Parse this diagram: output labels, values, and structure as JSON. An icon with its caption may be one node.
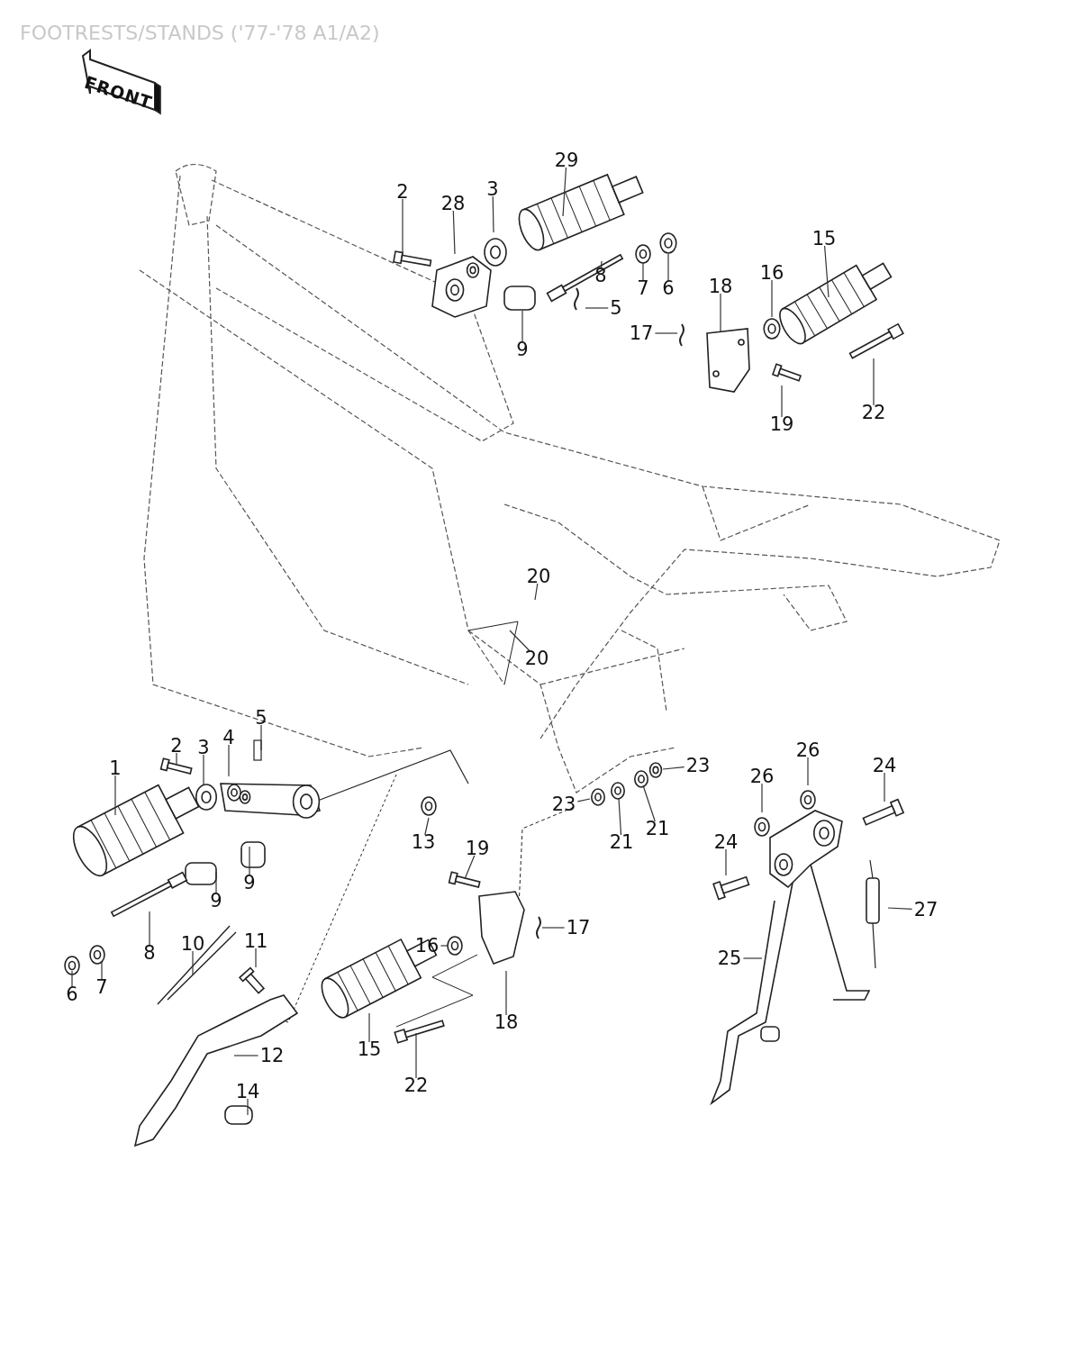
{
  "diagram": {
    "title": "FOOTRESTS/STANDS ('77-'78 A1/A2)",
    "nodes": [
      {
        "text": [
          "29"
        ]
      },
      {
        "text": [
          "2"
        ]
      },
      {
        "text": [
          "28"
        ]
      },
      {
        "text": [
          "3"
        ]
      },
      {
        "text": [
          "15"
        ]
      },
      {
        "text": [
          "16"
        ]
      },
      {
        "text": [
          "18"
        ]
      },
      {
        "text": [
          "8"
        ]
      },
      {
        "text": [
          "5"
        ]
      },
      {
        "text": [
          "7"
        ]
      },
      {
        "text": [
          "6"
        ]
      },
      {
        "text": [
          "17"
        ]
      },
      {
        "text": [
          "9"
        ]
      },
      {
        "text": [
          "19"
        ]
      },
      {
        "text": [
          "22"
        ]
      },
      {
        "text": [
          "20"
        ]
      },
      {
        "text": [
          "20"
        ]
      },
      {
        "text": [
          "1"
        ]
      },
      {
        "text": [
          "2"
        ]
      },
      {
        "text": [
          "3"
        ]
      },
      {
        "text": [
          "4"
        ]
      },
      {
        "text": [
          "5"
        ]
      },
      {
        "text": [
          "9"
        ]
      },
      {
        "text": [
          "9"
        ]
      },
      {
        "text": [
          "8"
        ]
      },
      {
        "text": [
          "6"
        ]
      },
      {
        "text": [
          "7"
        ]
      },
      {
        "text": [
          "10"
        ]
      },
      {
        "text": [
          "11"
        ]
      },
      {
        "text": [
          "12"
        ]
      },
      {
        "text": [
          "14"
        ]
      },
      {
        "text": [
          "13"
        ]
      },
      {
        "text": [
          "19"
        ]
      },
      {
        "text": [
          "16"
        ]
      },
      {
        "text": [
          "17"
        ]
      },
      {
        "text": [
          "15"
        ]
      },
      {
        "text": [
          "18"
        ]
      },
      {
        "text": [
          "22"
        ]
      },
      {
        "text": [
          "23"
        ]
      },
      {
        "text": [
          "21"
        ]
      },
      {
        "text": [
          "21"
        ]
      },
      {
        "text": [
          "23"
        ]
      },
      {
        "text": [
          "26"
        ]
      },
      {
        "text": [
          "26"
        ]
      },
      {
        "text": [
          "24"
        ]
      },
      {
        "text": [
          "24"
        ]
      },
      {
        "text": [
          "27"
        ]
      },
      {
        "text": [
          "25"
        ]
      },
      {
        "text": [],
        "shape": "picture"
      }
    ],
    "edges": [
      {
        "from": 0,
        "to": null,
        "arrow": "none"
      },
      {
        "from": 1,
        "to": null,
        "arrow": "none"
      },
      {
        "from": 2,
        "to": null,
        "arrow": "none"
      },
      {
        "from": 3,
        "to": null,
        "arrow": "none"
      },
      {
        "from": 4,
        "to": null,
        "arrow": "none"
      },
      {
        "from": 5,
        "to": null,
        "arrow": "none"
      },
      {
        "from": 6,
        "to": null,
        "arrow": "none"
      },
      {
        "from": 7,
        "to": null,
        "arrow": "none"
      },
      {
        "from": 8,
        "to": null,
        "arrow": "none"
      },
      {
        "from": 9,
        "to": null,
        "arrow": "none"
      },
      {
        "from": 10,
        "to": null,
        "arrow": "none"
      },
      {
        "from": 11,
        "to": null,
        "arrow": "none"
      },
      {
        "from": 12,
        "to": null,
        "arrow": "none"
      },
      {
        "from": 13,
        "to": null,
        "arrow": "none"
      },
      {
        "from": 14,
        "to": null,
        "arrow": "none"
      },
      {
        "from": 15,
        "to": null,
        "arrow": "none"
      },
      {
        "from": 16,
        "to": null,
        "arrow": "none"
      },
      {
        "from": 17,
        "to": null,
        "arrow": "none"
      },
      {
        "from": 18,
        "to": null,
        "arrow": "none"
      },
      {
        "from": 19,
        "to": null,
        "arrow": "none"
      },
      {
        "from": 20,
        "to": null,
        "arrow": "none"
      },
      {
        "from": 21,
        "to": null,
        "arrow": "none"
      },
      {
        "from": 22,
        "to": null,
        "arrow": "none"
      },
      {
        "from": 23,
        "to": null,
        "arrow": "none"
      },
      {
        "from": 24,
        "to": null,
        "arrow": "none"
      },
      {
        "from": 25,
        "to": null,
        "arrow": "none"
      },
      {
        "from": 26,
        "to": null,
        "arrow": "none"
      },
      {
        "from": 27,
        "to": null,
        "arrow": "none"
      },
      {
        "from": 28,
        "to": null,
        "arrow": "none"
      },
      {
        "from": 29,
        "to": null,
        "arrow": "none"
      },
      {
        "from": 30,
        "to": null,
        "arrow": "none"
      },
      {
        "from": 31,
        "to": null,
        "arrow": "none"
      },
      {
        "from": 32,
        "to": null,
        "arrow": "none"
      },
      {
        "from": 33,
        "to": null,
        "arrow": "none"
      },
      {
        "from": 34,
        "to": 48,
        "arrow": "none"
      },
      {
        "from": 35,
        "to": null,
        "arrow": "none"
      },
      {
        "from": 36,
        "to": null,
        "arrow": "none"
      },
      {
        "from": 37,
        "to": null,
        "arrow": "none"
      },
      {
        "from": 38,
        "to": null,
        "arrow": "none"
      },
      {
        "from": 39,
        "to": null,
        "arrow": "none"
      },
      {
        "from": 40,
        "to": null,
        "arrow": "none"
      },
      {
        "from": 41,
        "to": null,
        "arrow": "none"
      },
      {
        "from": 42,
        "to": null,
        "arrow": "none"
      },
      {
        "from": 43,
        "to": null,
        "arrow": "none"
      },
      {
        "from": 44,
        "to": null,
        "arrow": "none"
      },
      {
        "from": 45,
        "to": null,
        "arrow": "none"
      },
      {
        "from": 46,
        "to": null,
        "arrow": "none"
      },
      {
        "from": 47,
        "to": null,
        "arrow": "none"
      }
    ],
    "labels": [
      "FRONT"
    ]
  }
}
